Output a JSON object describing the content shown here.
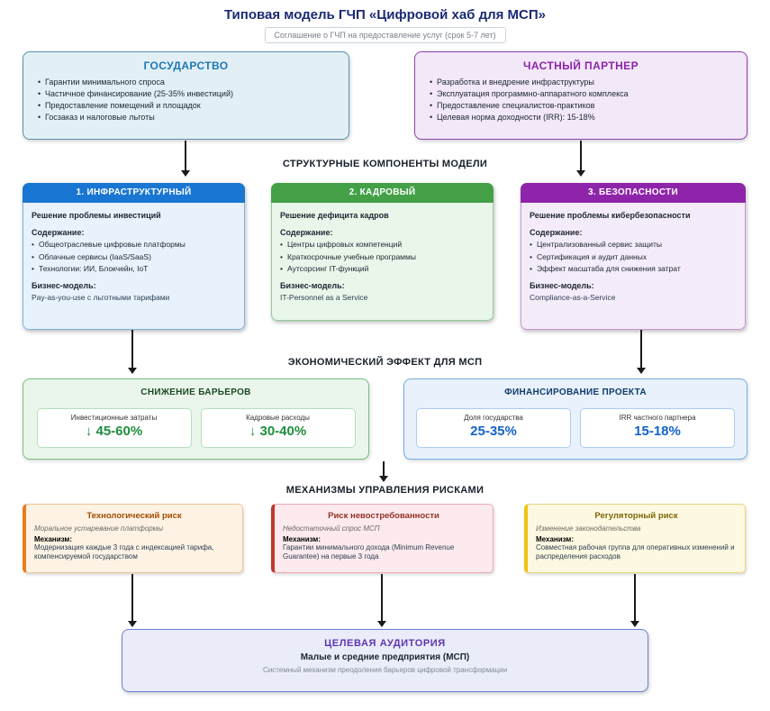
{
  "title": "Типовая модель ГЧП «Цифровой хаб для МСП»",
  "agreement_badge": "Соглашение о ГЧП на предоставление услуг (срок 5-7 лет)",
  "government": {
    "title": "ГОСУДАРСТВО",
    "items": [
      "Гарантии минимального спроса",
      "Частичное финансирование (25-35% инвестиций)",
      "Предоставление помещений и площадок",
      "Госзаказ и налоговые льготы"
    ]
  },
  "private_partner": {
    "title": "ЧАСТНЫЙ ПАРТНЕР",
    "items": [
      "Разработка и внедрение инфраструктуры",
      "Эксплуатация программно-аппаратного комплекса",
      "Предоставление специалистов-практиков",
      "Целевая норма доходности (IRR): 15-18%"
    ]
  },
  "sections": {
    "components": "СТРУКТУРНЫЕ КОМПОНЕНТЫ МОДЕЛИ",
    "economic": "ЭКОНОМИЧЕСКИЙ ЭФФЕКТ ДЛЯ МСП",
    "risks": "МЕХАНИЗМЫ УПРАВЛЕНИЯ РИСКАМИ"
  },
  "components": [
    {
      "header": "1. ИНФРАСТРУКТУРНЫЙ",
      "problem": "Решение проблемы инвестиций",
      "content_label": "Содержание:",
      "content": [
        "Общеотраслевые цифровые платформы",
        "Облачные сервисы (IaaS/SaaS)",
        "Технологии: ИИ, Блокчейн, IoT"
      ],
      "model_label": "Бизнес-модель:",
      "model": "Pay-as-you-use с льготными тарифами"
    },
    {
      "header": "2. КАДРОВЫЙ",
      "problem": "Решение дефицита кадров",
      "content_label": "Содержание:",
      "content": [
        "Центры цифровых компетенций",
        "Краткосрочные учебные программы",
        "Аутсорсинг IT-функций"
      ],
      "model_label": "Бизнес-модель:",
      "model": "IT-Personnel as a Service"
    },
    {
      "header": "3. БЕЗОПАСНОСТИ",
      "problem": "Решение проблемы кибербезопасности",
      "content_label": "Содержание:",
      "content": [
        "Централизованный сервис защиты",
        "Сертификация и аудит данных",
        "Эффект масштаба для снижения затрат"
      ],
      "model_label": "Бизнес-модель:",
      "model": "Compliance-as-a-Service"
    }
  ],
  "effects": {
    "barriers": {
      "title": "СНИЖЕНИЕ БАРЬЕРОВ",
      "cards": [
        {
          "label": "Инвестиционные затраты",
          "value": "↓ 45-60%"
        },
        {
          "label": "Кадровые расходы",
          "value": "↓ 30-40%"
        }
      ]
    },
    "financing": {
      "title": "ФИНАНСИРОВАНИЕ ПРОЕКТА",
      "cards": [
        {
          "label": "Доля государства",
          "value": "25-35%"
        },
        {
          "label": "IRR частного партнера",
          "value": "15-18%"
        }
      ]
    }
  },
  "risks": [
    {
      "title": "Технологический риск",
      "description": "Моральное устаревание платформы",
      "mechanism_label": "Механизм:",
      "mechanism": "Модернизация каждые 3 года с индексацией тарифа, компенсируемой государством"
    },
    {
      "title": "Риск невостребованности",
      "description": "Недостаточный спрос МСП",
      "mechanism_label": "Механизм:",
      "mechanism": "Гарантии минимального дохода (Minimum Revenue Guarantee) на первые 3 года"
    },
    {
      "title": "Регуляторный риск",
      "description": "Изменение законодательства",
      "mechanism_label": "Механизм:",
      "mechanism": "Совместная рабочая группа для оперативных изменений и распределения расходов"
    }
  ],
  "audience": {
    "title": "ЦЕЛЕВАЯ АУДИТОРИЯ",
    "subtitle": "Малые и средние предприятия (МСП)",
    "description": "Системный механизм преодоления барьеров цифровой трансформации"
  },
  "colors": {
    "title": "#1b2a75",
    "government": "#1d78b5",
    "private_partner": "#8e24aa",
    "component_infrastructure": "#1976d2",
    "component_hr": "#43a047",
    "component_security": "#8e24aa",
    "effect_green": "#1e8e3e",
    "effect_blue": "#1463c8",
    "risk_tech": "#e67e22",
    "risk_demand": "#c0392b",
    "risk_regulatory": "#f1c40f",
    "audience": "#5e35b1"
  }
}
